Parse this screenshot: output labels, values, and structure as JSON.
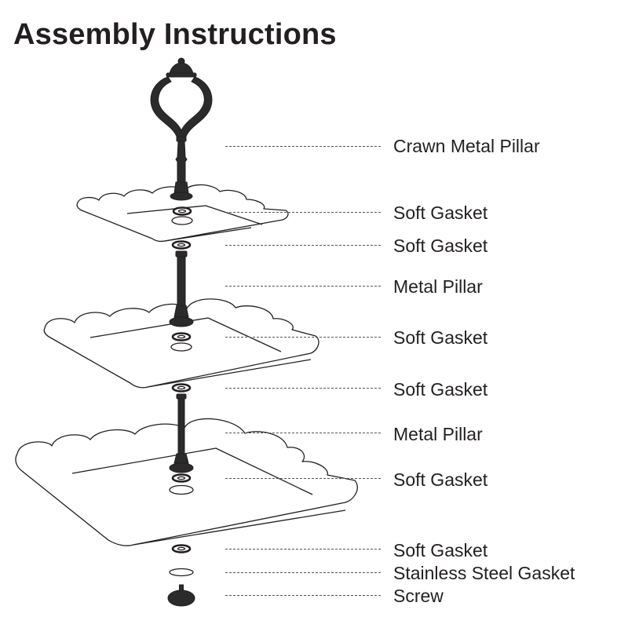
{
  "title": "Assembly Instructions",
  "colors": {
    "ink": "#231f20",
    "metal": "#2b2b2b",
    "line": "#555555"
  },
  "parts": [
    {
      "label": "Crawn Metal Pillar"
    },
    {
      "label": "Soft Gasket"
    },
    {
      "label": "Soft Gasket"
    },
    {
      "label": "Metal Pillar"
    },
    {
      "label": "Soft Gasket"
    },
    {
      "label": "Soft Gasket"
    },
    {
      "label": "Metal Pillar"
    },
    {
      "label": "Soft Gasket"
    },
    {
      "label": "Soft Gasket"
    },
    {
      "label": "Stainless Steel Gasket"
    },
    {
      "label": "Screw"
    }
  ]
}
